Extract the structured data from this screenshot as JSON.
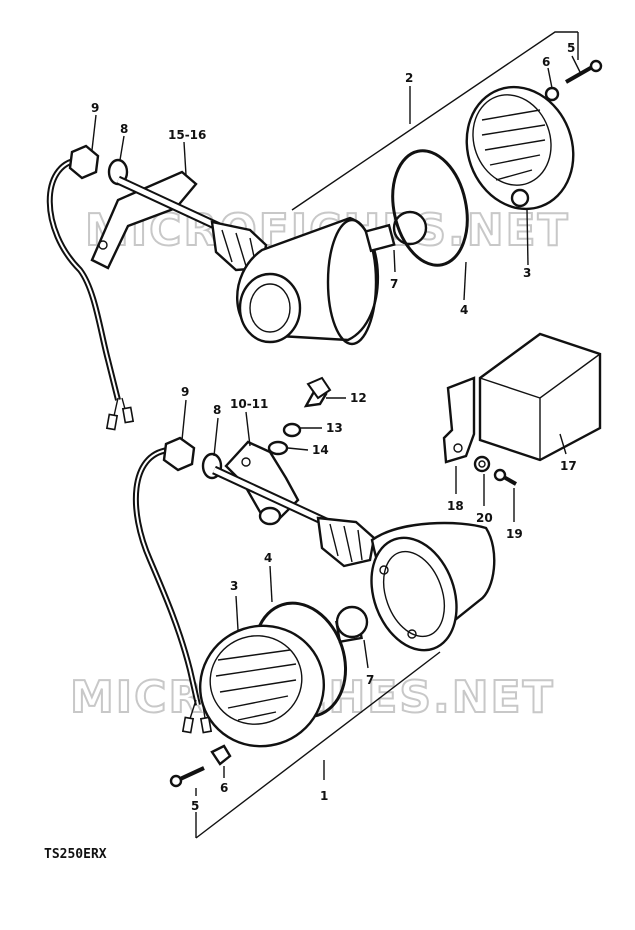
{
  "diagram": {
    "model_code": "TS250ERX",
    "watermarks": [
      "MICROFICHES.NET",
      "MICROFICHES.NET"
    ],
    "callouts": {
      "upper": [
        {
          "id": "u9",
          "label": "9"
        },
        {
          "id": "u8",
          "label": "8"
        },
        {
          "id": "u15",
          "label": "15-16"
        },
        {
          "id": "u2",
          "label": "2"
        },
        {
          "id": "u5",
          "label": "5"
        },
        {
          "id": "u6",
          "label": "6"
        },
        {
          "id": "u7",
          "label": "7"
        },
        {
          "id": "u4",
          "label": "4"
        },
        {
          "id": "u3",
          "label": "3"
        }
      ],
      "lower": [
        {
          "id": "l9",
          "label": "9"
        },
        {
          "id": "l8",
          "label": "8"
        },
        {
          "id": "l10",
          "label": "10-11"
        },
        {
          "id": "l12",
          "label": "12"
        },
        {
          "id": "l13",
          "label": "13"
        },
        {
          "id": "l14",
          "label": "14"
        },
        {
          "id": "l3",
          "label": "3"
        },
        {
          "id": "l4",
          "label": "4"
        },
        {
          "id": "l7",
          "label": "7"
        },
        {
          "id": "l5",
          "label": "5"
        },
        {
          "id": "l6",
          "label": "6"
        },
        {
          "id": "l1",
          "label": "1"
        }
      ],
      "relay": [
        {
          "id": "r17",
          "label": "17"
        },
        {
          "id": "r18",
          "label": "18"
        },
        {
          "id": "r20",
          "label": "20"
        },
        {
          "id": "r19",
          "label": "19"
        }
      ]
    }
  }
}
